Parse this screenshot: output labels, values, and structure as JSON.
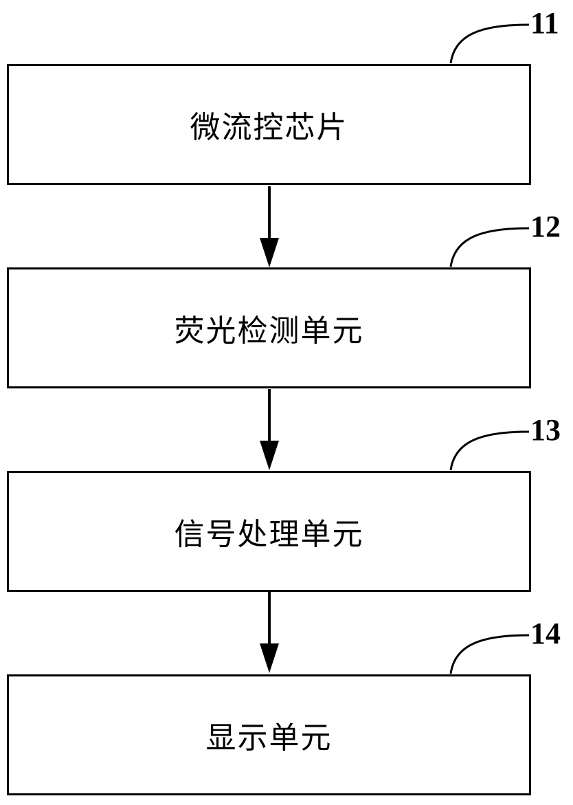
{
  "blocks": [
    {
      "id": "11",
      "label": "微流控芯片"
    },
    {
      "id": "12",
      "label": "荧光检测单元"
    },
    {
      "id": "13",
      "label": "信号处理单元"
    },
    {
      "id": "14",
      "label": "显示单元"
    }
  ],
  "colors": {
    "line": "#000000",
    "background": "#ffffff"
  }
}
